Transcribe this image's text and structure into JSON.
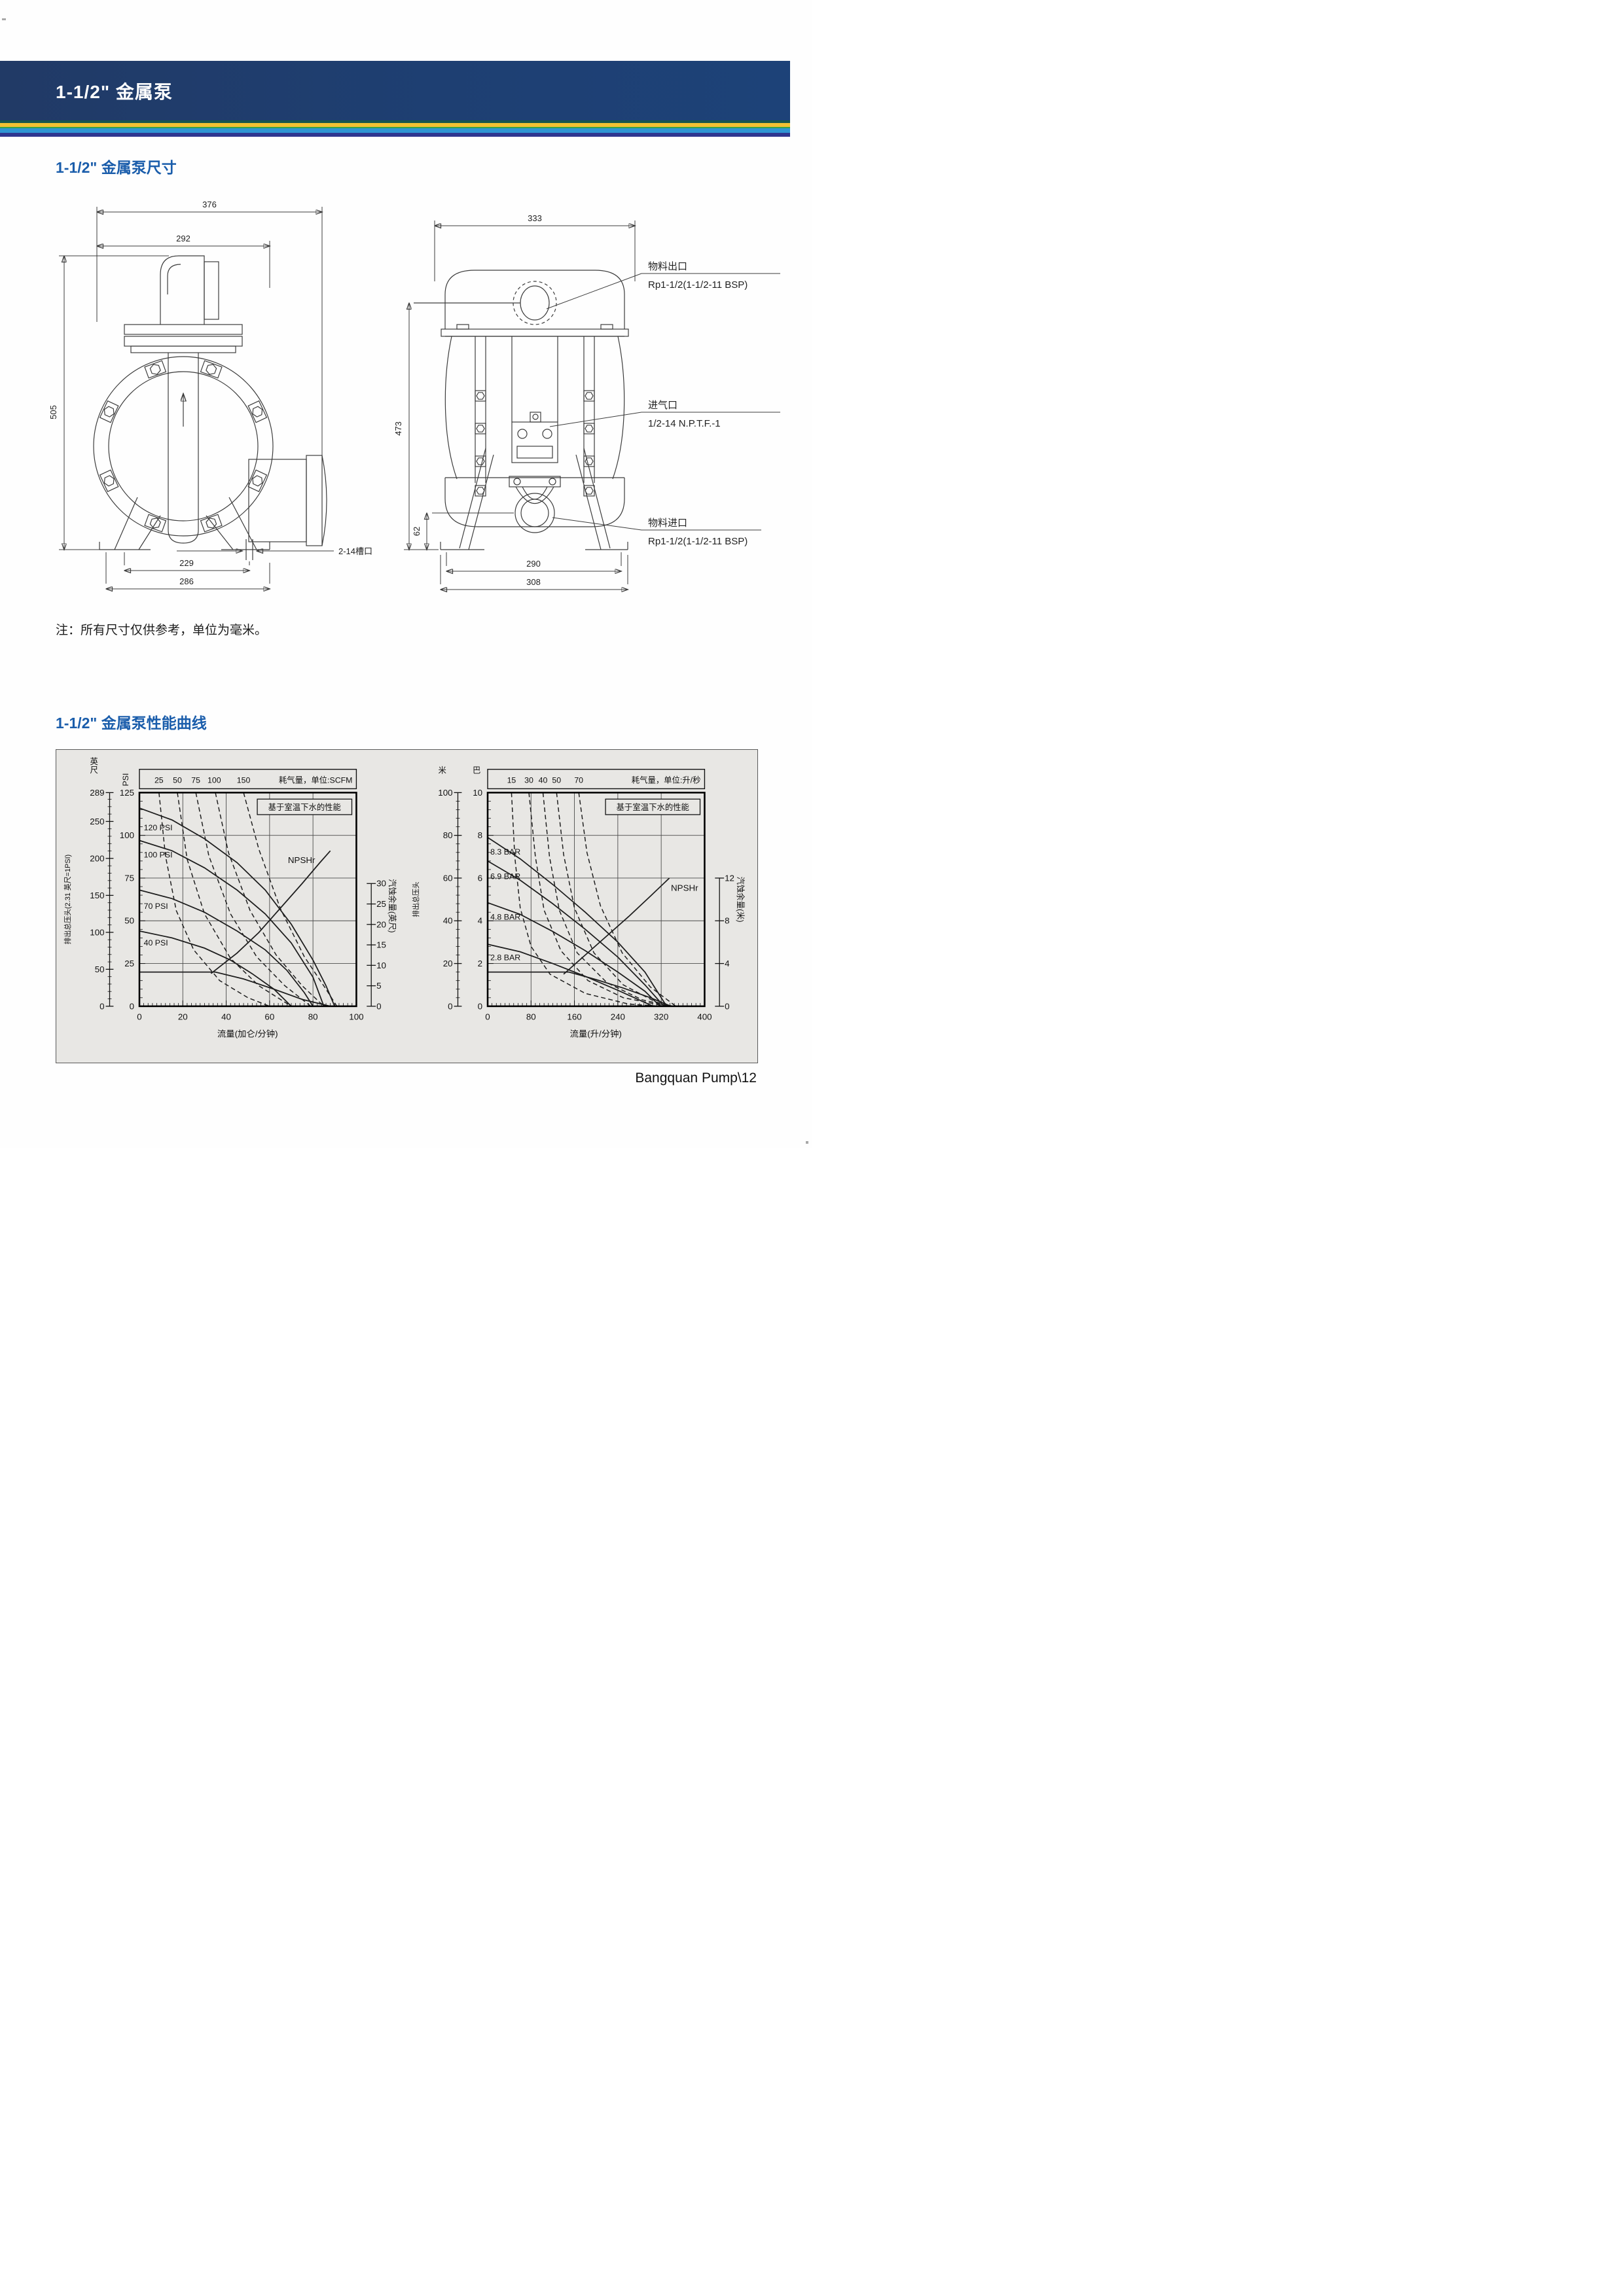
{
  "page": {
    "header": {
      "title": "1-1/2\" 金属泵"
    },
    "sections": {
      "dimensions_title": "1-1/2\" 金属泵尺寸",
      "performance_title": "1-1/2\" 金属泵性能曲线"
    },
    "note": "注：所有尺寸仅供参考，单位为毫米。",
    "footer": "Bangquan Pump\\12"
  },
  "drawings": {
    "side_view": {
      "dim_376": "376",
      "dim_292": "292",
      "dim_505": "505",
      "dim_229": "229",
      "dim_286": "286",
      "slot_label": "2-14槽口"
    },
    "front_view": {
      "dim_333": "333",
      "dim_473": "473",
      "dim_62": "62",
      "dim_290": "290",
      "dim_308": "308",
      "outlet_label": "物料出口",
      "outlet_spec": "Rp1-1/2(1-1/2-11 BSP)",
      "air_inlet_label": "进气口",
      "air_inlet_spec": "1/2-14 N.P.T.F.-1",
      "inlet_label": "物料进口",
      "inlet_spec": "Rp1-1/2(1-1/2-11 BSP)"
    }
  },
  "chart_data": [
    {
      "type": "line",
      "note": "基于室温下水的性能",
      "xlabel": "流量(加仑/分钟)",
      "xlim": [
        0,
        100
      ],
      "x_ticks": [
        0,
        20,
        40,
        60,
        80,
        100
      ],
      "air_row": {
        "title": "耗气量，单位:SCFM",
        "ticks": [
          {
            "label": "25",
            "x": 9
          },
          {
            "label": "50",
            "x": 17.5
          },
          {
            "label": "75",
            "x": 26
          },
          {
            "label": "100",
            "x": 34.5
          },
          {
            "label": "150",
            "x": 48
          }
        ]
      },
      "y_left_outer": {
        "unit": "英尺",
        "rot_label": "排出总压头(2.31 英尺=1PSI)",
        "max": 289,
        "ticks": [
          289,
          250,
          200,
          150,
          100,
          50,
          0
        ]
      },
      "y_left_inner": {
        "unit": "PSI",
        "max": 125,
        "ticks": [
          125,
          100,
          75,
          50,
          25,
          0
        ]
      },
      "y_right": {
        "rot_label": "汽蚀余量(英尺)",
        "max": 30,
        "top_frac": 0.5745,
        "ticks": [
          30,
          25,
          20,
          15,
          10,
          5,
          0
        ]
      },
      "grid_x": [
        20,
        40,
        60,
        80
      ],
      "grid_y": [
        25,
        50,
        75,
        100
      ],
      "series": [
        {
          "name": "120 PSI",
          "style": "solid",
          "label": {
            "text": "120 PSI",
            "x": 2,
            "y": 103
          },
          "points": [
            [
              0,
              116
            ],
            [
              15,
              109
            ],
            [
              30,
              98
            ],
            [
              45,
              84
            ],
            [
              58,
              68
            ],
            [
              70,
              48
            ],
            [
              80,
              27
            ],
            [
              86,
              12
            ],
            [
              90,
              0
            ]
          ]
        },
        {
          "name": "100 PSI",
          "style": "solid",
          "label": {
            "text": "100 PSI",
            "x": 2,
            "y": 87
          },
          "points": [
            [
              0,
              97
            ],
            [
              15,
              91
            ],
            [
              30,
              81
            ],
            [
              45,
              68
            ],
            [
              58,
              54
            ],
            [
              70,
              37
            ],
            [
              80,
              17
            ],
            [
              85,
              0
            ]
          ]
        },
        {
          "name": "70 PSI",
          "style": "solid",
          "label": {
            "text": "70 PSI",
            "x": 2,
            "y": 57
          },
          "points": [
            [
              0,
              68
            ],
            [
              15,
              63
            ],
            [
              30,
              55
            ],
            [
              45,
              44
            ],
            [
              58,
              33
            ],
            [
              68,
              21
            ],
            [
              76,
              8
            ],
            [
              80,
              0
            ]
          ]
        },
        {
          "name": "40 PSI",
          "style": "solid",
          "label": {
            "text": "40 PSI",
            "x": 2,
            "y": 35.5
          },
          "points": [
            [
              0,
              44
            ],
            [
              15,
              40
            ],
            [
              30,
              34
            ],
            [
              42,
              27
            ],
            [
              52,
              19
            ],
            [
              62,
              10
            ],
            [
              70,
              0
            ]
          ]
        },
        {
          "name": "low pressure",
          "style": "solid",
          "points": [
            [
              0,
              20
            ],
            [
              35,
              20
            ],
            [
              48,
              16
            ],
            [
              62,
              10
            ],
            [
              75,
              4
            ],
            [
              88,
              0
            ]
          ]
        }
      ],
      "dashed_series": [
        {
          "name": "25 SCFM",
          "points": [
            [
              9,
              125
            ],
            [
              12,
              88
            ],
            [
              17,
              56
            ],
            [
              25,
              33
            ],
            [
              37,
              15
            ],
            [
              50,
              5
            ],
            [
              60,
              0
            ]
          ]
        },
        {
          "name": "50 SCFM",
          "points": [
            [
              17.5,
              125
            ],
            [
              22,
              86
            ],
            [
              30,
              54
            ],
            [
              42,
              28
            ],
            [
              55,
              12
            ],
            [
              70,
              0
            ]
          ]
        },
        {
          "name": "75 SCFM",
          "points": [
            [
              26,
              125
            ],
            [
              32,
              88
            ],
            [
              42,
              54
            ],
            [
              54,
              29
            ],
            [
              67,
              12
            ],
            [
              79,
              0
            ]
          ]
        },
        {
          "name": "100 SCFM",
          "points": [
            [
              35,
              125
            ],
            [
              41,
              90
            ],
            [
              51,
              56
            ],
            [
              63,
              30
            ],
            [
              75,
              12
            ],
            [
              85,
              0
            ]
          ]
        },
        {
          "name": "150 SCFM",
          "points": [
            [
              48,
              125
            ],
            [
              55,
              92
            ],
            [
              65,
              57
            ],
            [
              76,
              29
            ],
            [
              86,
              10
            ],
            [
              91,
              0
            ]
          ]
        }
      ],
      "npshr": {
        "label": "NPSHr",
        "label_x": 81,
        "label_y2": 35,
        "label_anchor": "end",
        "points_y2": [
          [
            33,
            8
          ],
          [
            45,
            13
          ],
          [
            55,
            18
          ],
          [
            65,
            24
          ],
          [
            75,
            30
          ],
          [
            83,
            35
          ],
          [
            88,
            38
          ]
        ]
      }
    },
    {
      "type": "line",
      "note": "基于室温下水的性能",
      "xlabel": "流量(升/分钟)",
      "xlim": [
        0,
        400
      ],
      "x_ticks": [
        0,
        80,
        160,
        240,
        320,
        400
      ],
      "air_row": {
        "title": "耗气量，单位:升/秒",
        "ticks": [
          {
            "label": "15",
            "x": 44
          },
          {
            "label": "30",
            "x": 76
          },
          {
            "label": "40",
            "x": 102
          },
          {
            "label": "50",
            "x": 127
          },
          {
            "label": "70",
            "x": 168
          }
        ]
      },
      "y_left_outer": {
        "unit": "米",
        "rot_label": "排出总压头",
        "max": 100,
        "ticks": [
          100,
          80,
          60,
          40,
          20,
          0
        ]
      },
      "y_left_inner": {
        "unit": "巴",
        "max": 10,
        "ticks": [
          10,
          8,
          6,
          4,
          2,
          0
        ]
      },
      "y_right": {
        "rot_label": "汽蚀余量(米)",
        "max": 12,
        "top_frac": 0.6,
        "ticks": [
          12,
          8,
          4,
          0
        ]
      },
      "grid_x": [
        80,
        160,
        240,
        320
      ],
      "grid_y": [
        2,
        4,
        6,
        8
      ],
      "series": [
        {
          "name": "8.3 BAR",
          "style": "solid",
          "label": {
            "text": "8.3 BAR",
            "x": 5,
            "y": 7.1
          },
          "points": [
            [
              0,
              7.9
            ],
            [
              60,
              6.9
            ],
            [
              120,
              5.7
            ],
            [
              180,
              4.4
            ],
            [
              240,
              3.0
            ],
            [
              290,
              1.6
            ],
            [
              330,
              0
            ]
          ]
        },
        {
          "name": "6.9 BAR",
          "style": "solid",
          "label": {
            "text": "6.9 BAR",
            "x": 5,
            "y": 5.95
          },
          "points": [
            [
              0,
              6.8
            ],
            [
              60,
              5.9
            ],
            [
              120,
              4.8
            ],
            [
              180,
              3.6
            ],
            [
              240,
              2.3
            ],
            [
              290,
              1.0
            ],
            [
              325,
              0
            ]
          ]
        },
        {
          "name": "4.8 BAR",
          "style": "solid",
          "label": {
            "text": "4.8 BAR",
            "x": 5,
            "y": 4.05
          },
          "points": [
            [
              0,
              4.85
            ],
            [
              60,
              4.3
            ],
            [
              120,
              3.5
            ],
            [
              180,
              2.6
            ],
            [
              240,
              1.6
            ],
            [
              290,
              0.7
            ],
            [
              318,
              0
            ]
          ]
        },
        {
          "name": "2.8 BAR",
          "style": "solid",
          "label": {
            "text": "2.8 BAR",
            "x": 5,
            "y": 2.15
          },
          "points": [
            [
              0,
              2.9
            ],
            [
              60,
              2.55
            ],
            [
              120,
              2.0
            ],
            [
              180,
              1.4
            ],
            [
              240,
              0.75
            ],
            [
              305,
              0
            ]
          ]
        },
        {
          "name": "low pressure",
          "style": "solid",
          "points": [
            [
              0,
              1.6
            ],
            [
              150,
              1.6
            ],
            [
              200,
              1.25
            ],
            [
              250,
              0.85
            ],
            [
              300,
              0.4
            ],
            [
              338,
              0
            ]
          ]
        }
      ],
      "dashed_series": [
        {
          "name": "15 L/s",
          "points": [
            [
              44,
              10
            ],
            [
              50,
              7
            ],
            [
              60,
              4.6
            ],
            [
              80,
              2.8
            ],
            [
              115,
              1.5
            ],
            [
              180,
              0.6
            ],
            [
              260,
              0.1
            ],
            [
              320,
              0
            ]
          ]
        },
        {
          "name": "30 L/s",
          "points": [
            [
              76,
              10
            ],
            [
              88,
              7
            ],
            [
              104,
              4.5
            ],
            [
              135,
              2.6
            ],
            [
              185,
              1.2
            ],
            [
              250,
              0.4
            ],
            [
              330,
              0
            ]
          ]
        },
        {
          "name": "40 L/s",
          "points": [
            [
              102,
              10
            ],
            [
              114,
              7
            ],
            [
              132,
              4.5
            ],
            [
              165,
              2.5
            ],
            [
              220,
              1.1
            ],
            [
              285,
              0.3
            ],
            [
              337,
              0
            ]
          ]
        },
        {
          "name": "50 L/s",
          "points": [
            [
              127,
              10
            ],
            [
              140,
              7.1
            ],
            [
              160,
              4.6
            ],
            [
              196,
              2.5
            ],
            [
              250,
              1.0
            ],
            [
              310,
              0.2
            ],
            [
              342,
              0
            ]
          ]
        },
        {
          "name": "70 L/s",
          "points": [
            [
              168,
              10
            ],
            [
              183,
              7.2
            ],
            [
              208,
              4.7
            ],
            [
              248,
              2.5
            ],
            [
              300,
              0.9
            ],
            [
              347,
              0
            ]
          ]
        }
      ],
      "npshr": {
        "label": "NPSHr",
        "label_x": 338,
        "label_y2": 10.8,
        "label_anchor": "start",
        "points_y2": [
          [
            140,
            3
          ],
          [
            180,
            4.8
          ],
          [
            220,
            6.6
          ],
          [
            260,
            8.4
          ],
          [
            300,
            10.3
          ],
          [
            335,
            12
          ]
        ]
      }
    }
  ]
}
